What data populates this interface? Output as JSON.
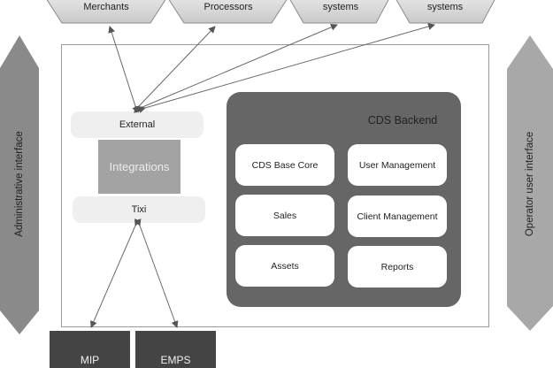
{
  "external_systems": [
    {
      "label": "Merchants"
    },
    {
      "label": "Processors"
    },
    {
      "label": "systems"
    },
    {
      "label": "systems"
    }
  ],
  "side_interfaces": {
    "left": {
      "label": "Administrative interface"
    },
    "right": {
      "label": "Operator user interface"
    }
  },
  "integrations": {
    "external_label": "External",
    "center_label": "Integrations",
    "bottom_label": "Tixi"
  },
  "backend": {
    "title": "CDS Backend",
    "modules": [
      {
        "label": "CDS Base Core"
      },
      {
        "label": "User Management"
      },
      {
        "label": "Sales"
      },
      {
        "label": "Client Management"
      },
      {
        "label": "Assets"
      },
      {
        "label": "Reports"
      }
    ]
  },
  "bottom_systems": [
    {
      "label": "MIP"
    },
    {
      "label": "EMPS"
    }
  ],
  "colors": {
    "backend_fill": "#666666",
    "integrations_fill": "#a3a3a3",
    "pill_fill": "#efefef",
    "dark_box_fill": "#444444",
    "left_arrow_fill": "#8a8a8a",
    "right_arrow_fill": "#a8a8a8",
    "top_box_fill": "#d6d6d6"
  }
}
